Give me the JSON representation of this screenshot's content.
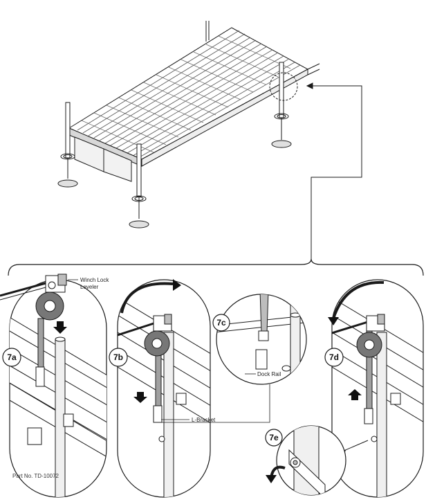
{
  "labels": {
    "winch_lock_leveler": [
      "Winch Lock",
      "Leveler"
    ],
    "dock_rail": "Dock Rail",
    "l_bracket": "L-Bracket"
  },
  "steps": [
    "7a",
    "7b",
    "7c",
    "7d",
    "7e"
  ],
  "part_number": "Part No. TD-10072",
  "colors": {
    "line": "#1a1a1a",
    "deck": "#8a8a8a",
    "post": "#e8e8e8",
    "strap": "#9a9a9a"
  }
}
